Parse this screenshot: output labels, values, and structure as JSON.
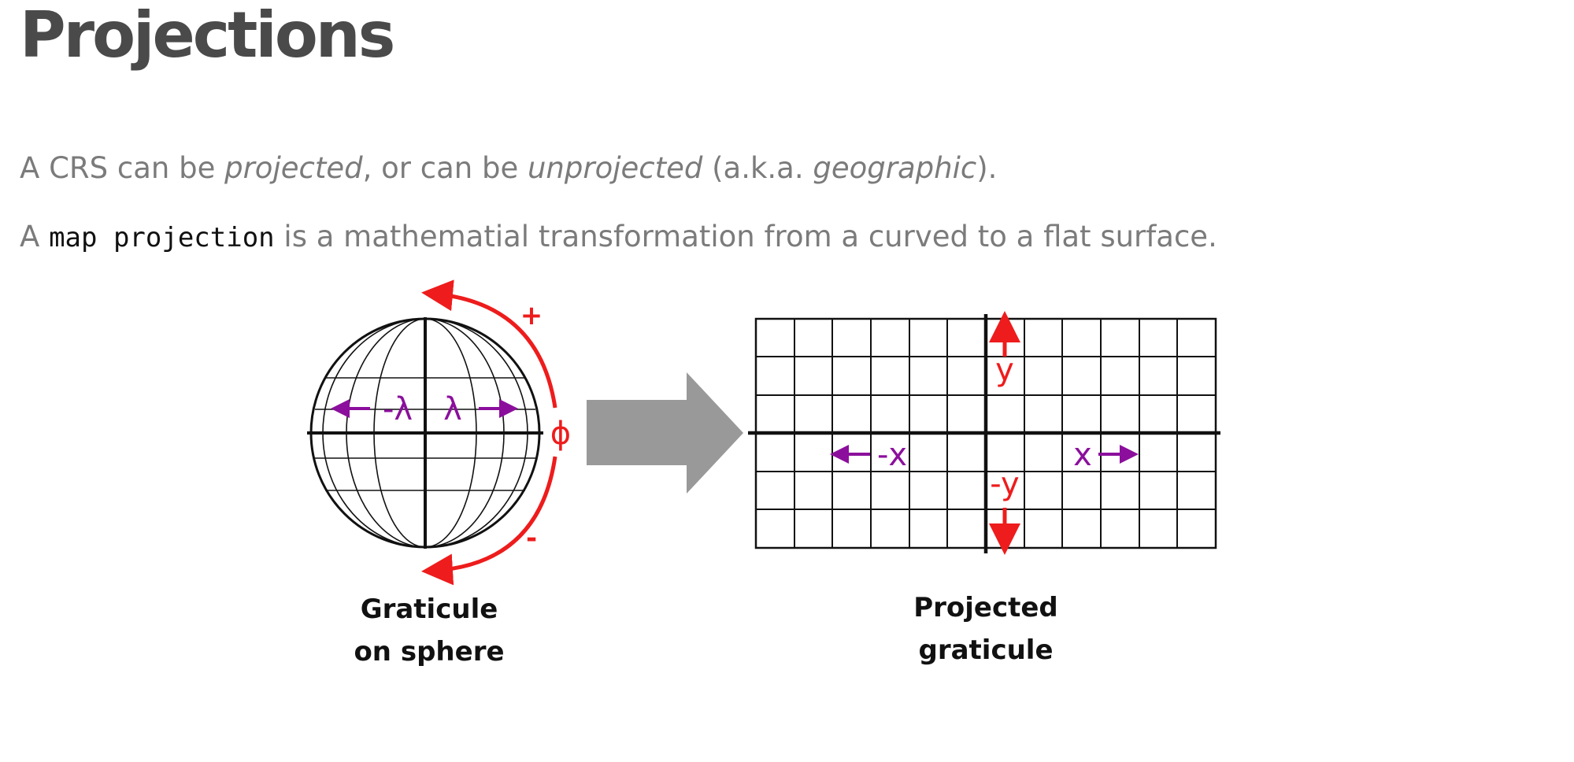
{
  "slide": {
    "title": "Projections"
  },
  "paragraph1": {
    "p1": "A CRS can be ",
    "em1": "projected",
    "p2": ", or can be ",
    "em2": "unprojected",
    "p3": " (a.k.a. ",
    "em3": "geographic",
    "p4": ")."
  },
  "paragraph2": {
    "p1": "A ",
    "code": "map projection",
    "p2": " is a mathematial transformation from a curved to a flat surface."
  },
  "figure": {
    "sphere": {
      "plus": "+",
      "minus": "-",
      "phi": "ϕ",
      "neg_lambda": "-λ",
      "lambda": "λ",
      "caption_line1": "Graticule",
      "caption_line2": "on sphere"
    },
    "projected": {
      "y": "y",
      "neg_y": "-y",
      "neg_x": "-x",
      "x": "x",
      "caption_line1": "Projected",
      "caption_line2": "graticule"
    },
    "colors": {
      "red": "#ee1c1c",
      "purple": "#8b0f9c",
      "gray_arrow": "#999999",
      "line": "#111111"
    }
  }
}
